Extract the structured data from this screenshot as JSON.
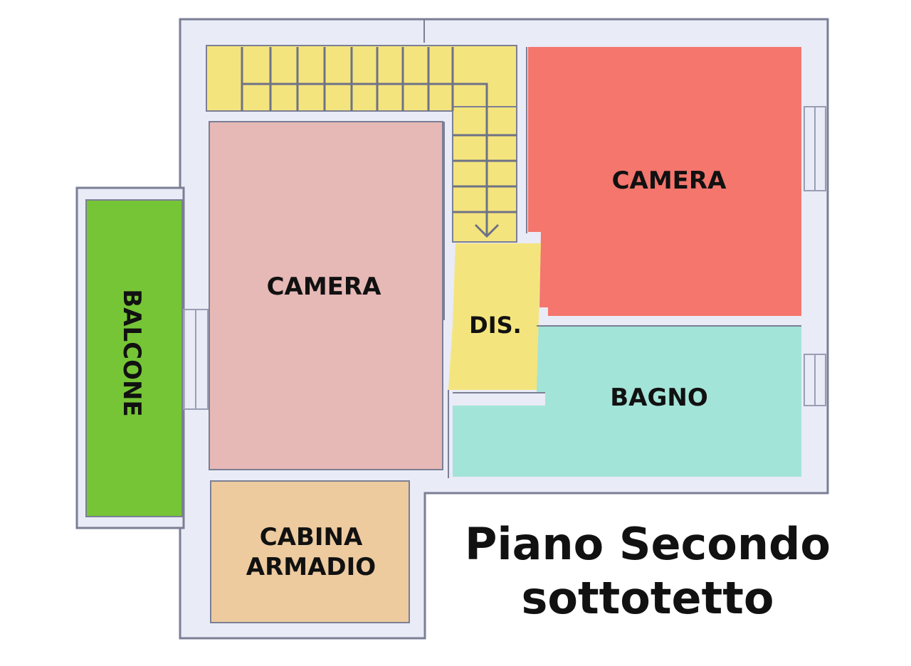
{
  "plan": {
    "title_line1": "Piano Secondo",
    "title_line2": "sottotetto",
    "rooms": {
      "camera_left": {
        "label": "CAMERA",
        "color": "#e6b8b6"
      },
      "camera_right": {
        "label": "CAMERA",
        "color": "#f4766c"
      },
      "bagno": {
        "label": "BAGNO",
        "color": "#a3e4d8"
      },
      "dis": {
        "label": "DIS.",
        "color": "#f4e47e"
      },
      "cabina": {
        "label_line1": "CABINA",
        "label_line2": "ARMADIO",
        "color": "#edcb9f"
      },
      "balcone": {
        "label": "BALCONE",
        "color": "#76c536"
      },
      "stairs": {
        "color": "#f4e47e"
      }
    },
    "colors": {
      "wall_fill": "#e9ebf6",
      "wall_stroke": "#7b7f95"
    }
  }
}
